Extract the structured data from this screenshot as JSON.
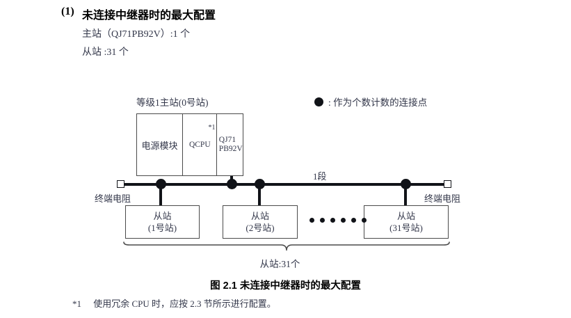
{
  "heading": {
    "number": "(1)",
    "title": "未连接中继器时的最大配置",
    "spec_master": "主站（QJ71PB92V）:1 个",
    "spec_slave": "从站 :31 个"
  },
  "legend": {
    "marker": "filled-circle",
    "text": ": 作为个数计数的连接点"
  },
  "diagram": {
    "master_label": "等级1主站(0号站)",
    "rack": {
      "power_module": "电源模块",
      "cpu": "QCPU",
      "cpu_footnote_mark": "*1",
      "network_line1": "QJ71",
      "network_line2": "PB92V"
    },
    "segment_label": "1段",
    "terminator_left": "终端电阻",
    "terminator_right": "终端电阻",
    "slaves": [
      {
        "name": "从站",
        "station": "(1号站)"
      },
      {
        "name": "从站",
        "station": "(2号站)"
      },
      {
        "name": "从站",
        "station": "(31号站)"
      }
    ],
    "ellipsis_dots": 6,
    "brace_label": "从站:31个"
  },
  "caption": "图 2.1  未连接中继器时的最大配置",
  "footnote": {
    "mark": "*1",
    "text": "使用冗余 CPU 时，应按 2.3 节所示进行配置。"
  },
  "colors": {
    "ink": "#33374a",
    "black": "#111318",
    "box_border": "#4a4a4a"
  }
}
